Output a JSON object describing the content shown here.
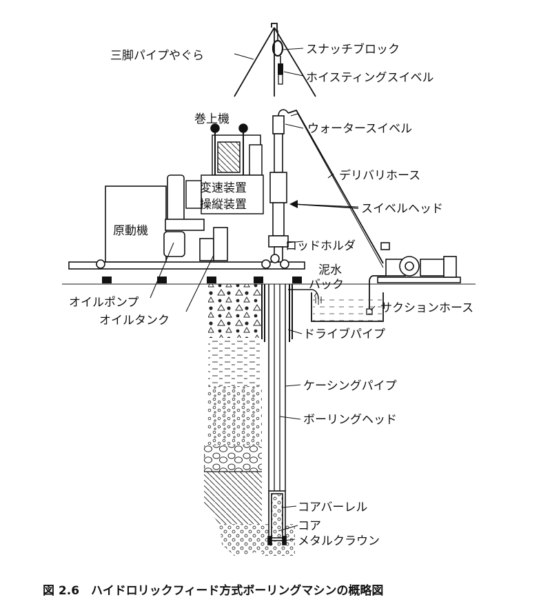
{
  "labels": {
    "tripod": "三脚パイプやぐら",
    "snatch_block": "スナッチブロック",
    "hoisting_swivel": "ホイスティングスイベル",
    "winch": "巻上機",
    "water_swivel": "ウォータースイベル",
    "delivery_hose": "デリバリホース",
    "gear_change": "変速装置",
    "control_unit": "操縦装置",
    "swivel_head": "スイベルヘッド",
    "prime_mover": "原動機",
    "rod_holder": "ロッドホルダ",
    "mud_1": "泥水",
    "mud_2": "バック",
    "suction_hose": "サクションホース",
    "oil_pump": "オイルポンプ",
    "oil_tank": "オイルタンク",
    "drive_pipe": "ドライブパイプ",
    "casing_pipe": "ケーシングパイプ",
    "boring_head": "ボーリングヘッド",
    "core_barrel": "コアバーレル",
    "core": "コア",
    "metal_crown": "メタルクラウン"
  },
  "caption": "図 2.6　ハイドロリックフィード方式ボーリングマシンの概略図"
}
